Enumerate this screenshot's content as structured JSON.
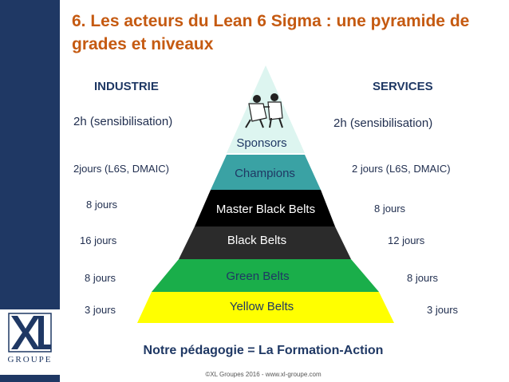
{
  "title": "6. Les acteurs du Lean 6 Sigma : une pyramide de grades et niveaux",
  "columns": {
    "left": "INDUSTRIE",
    "right": "SERVICES"
  },
  "levels": [
    {
      "name": "Sponsors",
      "industrie": "2h (sensibilisation)",
      "services": "2h (sensibilisation)",
      "color": "#ddf5f0",
      "text_color": "#1f3864"
    },
    {
      "name": "Champions",
      "industrie": "2jours (L6S, DMAIC)",
      "services": "2 jours (L6S, DMAIC)",
      "color": "#3aa2a4",
      "text_color": "#1f3864"
    },
    {
      "name": "Master Black Belts",
      "industrie": "8 jours",
      "services": "8 jours",
      "color": "#000000",
      "text_color": "#ffffff"
    },
    {
      "name": "Black Belts",
      "industrie": "16 jours",
      "services": "12 jours",
      "color": "#2b2b2b",
      "text_color": "#ffffff"
    },
    {
      "name": "Green Belts",
      "industrie": "8 jours",
      "services": "8 jours",
      "color": "#1aae4a",
      "text_color": "#1f3864"
    },
    {
      "name": "Yellow Belts",
      "industrie": "3 jours",
      "services": "3 jours",
      "color": "#ffff00",
      "text_color": "#1f3864"
    }
  ],
  "footer": "Notre pédagogie = La Formation-Action",
  "copyright": "©XL Groupes 2016 - www.xl-groupe.com",
  "logo": {
    "text": "GROUPE",
    "icon": "xl-logo-icon"
  },
  "illustration": "judo-fighters-icon",
  "colors": {
    "title": "#c55a11",
    "sidebar": "#1f3864",
    "text": "#1f3864"
  }
}
